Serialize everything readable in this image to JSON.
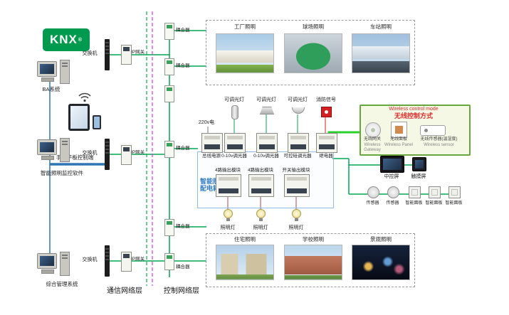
{
  "logo": {
    "text": "KNX",
    "reg": "®"
  },
  "left": {
    "pcs": [
      {
        "label": "BA系统"
      },
      {
        "label": "智能照明监控软件"
      },
      {
        "label": "综合管理系统"
      }
    ],
    "mobile": {
      "label": "手机平板控制端"
    }
  },
  "network": {
    "switch_label": "交换机",
    "gateway_label": "IP网关",
    "coupler_label": "耦合器",
    "comm_layer": "通信网络层",
    "ctrl_layer": "控制网络层"
  },
  "top_gallery": {
    "items": [
      {
        "label": "工厂照明"
      },
      {
        "label": "球场照明"
      },
      {
        "label": "车站照明"
      }
    ]
  },
  "bottom_gallery": {
    "items": [
      {
        "label": "住宅照明"
      },
      {
        "label": "学校照明"
      },
      {
        "label": "景观照明"
      }
    ]
  },
  "cabinet": {
    "label": "智能照明配电箱",
    "power_in": "220v电",
    "top_loads": [
      {
        "label": "可调光灯"
      },
      {
        "label": "可调光灯"
      },
      {
        "label": "可调光灯"
      },
      {
        "label": "消防信号"
      }
    ],
    "row1": [
      {
        "label": "总线电源"
      },
      {
        "label": "0-10v调光器"
      },
      {
        "label": "0-10v调光器"
      },
      {
        "label": "可控硅调光器"
      },
      {
        "label": "继电器"
      }
    ],
    "row2": [
      {
        "label": "4路输出模块"
      },
      {
        "label": "4路输出模块"
      },
      {
        "label": "开关输出模块"
      }
    ],
    "lamps": [
      {
        "label": "照明灯"
      },
      {
        "label": "照明灯"
      },
      {
        "label": "照明灯"
      }
    ]
  },
  "wireless": {
    "title_en": "Wireless control mode",
    "title_cn": "无线控制方式",
    "items": [
      {
        "cn": "无线网关",
        "en": "Wireless Gateway"
      },
      {
        "cn": "无线面板",
        "en": "Wireless Panel"
      },
      {
        "cn": "无线传感器(温湿度)",
        "en": "Wireless sensor"
      }
    ]
  },
  "right": {
    "screens": [
      {
        "label": "中控屏"
      },
      {
        "label": "触摸屏"
      }
    ],
    "sensors": [
      {
        "label": "传感器"
      },
      {
        "label": "传感器"
      }
    ],
    "panels": [
      {
        "label": "智能面板"
      },
      {
        "label": "智能面板"
      },
      {
        "label": "智能面板"
      }
    ]
  },
  "colors": {
    "bus_green": "#00a651",
    "bright_green": "#2bd12b",
    "bus_blue": "#2e75b6",
    "dashed_green": "#00b050",
    "dashed_magenta": "#e535e5",
    "knx_green": "#009a4e",
    "alert_red": "#e02b2b"
  }
}
